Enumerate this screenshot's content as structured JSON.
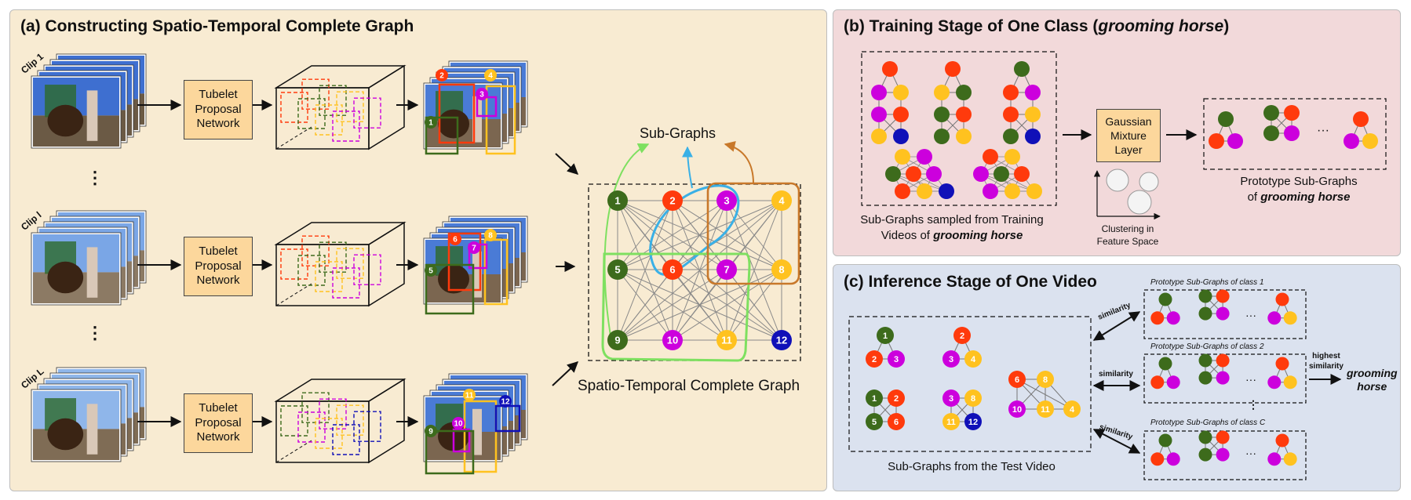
{
  "panel_a": {
    "title": "(a) Constructing Spatio-Temporal Complete Graph",
    "clips": [
      "Clip 1",
      "Clip l",
      "Clip L"
    ],
    "ellipsis": "⋮",
    "tpn_label_1": "Tubelet",
    "tpn_label_2": "Proposal",
    "tpn_label_3": "Network",
    "sub_graphs_label": "Sub-Graphs",
    "complete_graph_label": "Spatio-Temporal Complete Graph",
    "node_numbers": [
      "1",
      "2",
      "3",
      "4",
      "5",
      "6",
      "7",
      "8",
      "9",
      "10",
      "11",
      "12"
    ]
  },
  "panel_b": {
    "title_prefix": "(b) Training Stage of One Class (",
    "title_class": "grooming horse",
    "title_suffix": ")",
    "sampled_caption_1": "Sub-Graphs sampled from Training",
    "sampled_caption_2_prefix": "Videos of ",
    "sampled_caption_2_class": "grooming horse",
    "gmm_1": "Gaussian",
    "gmm_2": "Mixture",
    "gmm_3": "Layer",
    "clustering_1": "Clustering in",
    "clustering_2": "Feature Space",
    "prototype_caption_1": "Prototype Sub-Graphs",
    "prototype_caption_2_prefix": "of ",
    "prototype_caption_2_class": "grooming horse",
    "ellipsis": "···"
  },
  "panel_c": {
    "title": "(c) Inference Stage of One Video",
    "test_caption": "Sub-Graphs from the Test Video",
    "similarity": "similarity",
    "proto_class_1": "Prototype Sub-Graphs of class 1",
    "proto_class_2": "Prototype Sub-Graphs of class 2",
    "proto_class_c": "Prototype Sub-Graphs of class C",
    "highest_1": "highest",
    "highest_2": "similarity",
    "result_1": "grooming",
    "result_2": "horse",
    "ellipsis": "···",
    "vdots": "⋮"
  },
  "colors": {
    "green": "#3d6b1c",
    "red": "#ff3a0c",
    "magenta": "#cc00dd",
    "yellow": "#ffc21f",
    "blue": "#1010b8",
    "orange_node": "#ff5500",
    "panel_a_bg": "#f8ebd2",
    "panel_b_bg": "#f2d9da",
    "panel_c_bg": "#dbe2ef",
    "box_fill": "#fcd79c",
    "loop_green": "#7ee060",
    "loop_blue": "#3ab0e6",
    "loop_brown": "#c8782a"
  }
}
